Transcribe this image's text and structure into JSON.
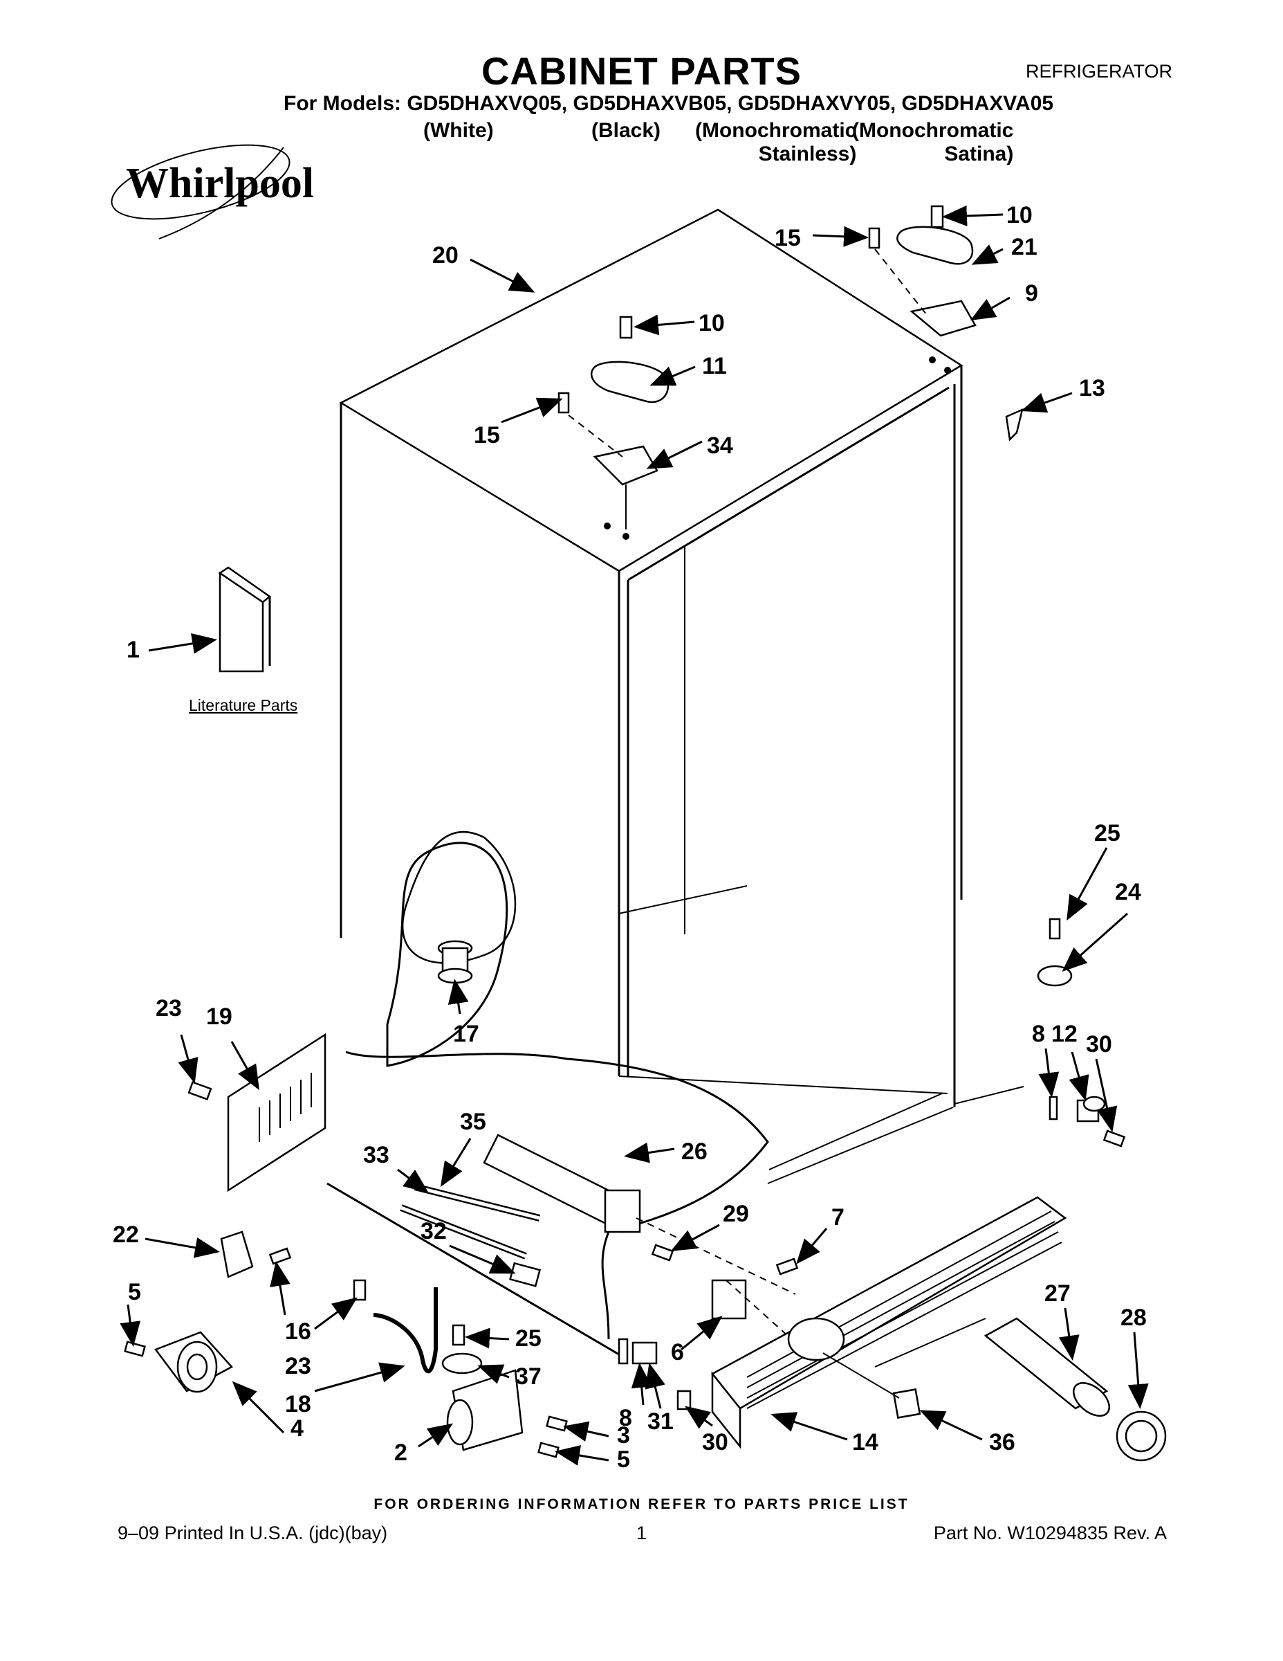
{
  "header": {
    "title": "CABINET PARTS",
    "category": "REFRIGERATOR",
    "models_line": "For Models: GD5DHAXVQ05, GD5DHAXVB05, GD5DHAXVY05, GD5DHAXVA05",
    "colors": [
      {
        "line1": "(White)",
        "line2": ""
      },
      {
        "line1": "(Black)",
        "line2": ""
      },
      {
        "line1": "(Monochromatic",
        "line2": "Stainless)"
      },
      {
        "line1": "(Monochromatic",
        "line2": "Satina)"
      }
    ]
  },
  "logo": {
    "brand": "Whirlpool"
  },
  "literature_label": "Literature Parts",
  "callouts": [
    "1",
    "2",
    "3",
    "4",
    "5",
    "6",
    "7",
    "8",
    "9",
    "10",
    "11",
    "12",
    "13",
    "14",
    "15",
    "16",
    "17",
    "18",
    "19",
    "20",
    "21",
    "22",
    "23",
    "24",
    "25",
    "26",
    "27",
    "28",
    "29",
    "30",
    "31",
    "32",
    "33",
    "34",
    "35",
    "36",
    "37"
  ],
  "labels": {
    "l1": "1",
    "l2": "2",
    "l3": "3",
    "l4": "4",
    "l5a": "5",
    "l5b": "5",
    "l6": "6",
    "l7": "7",
    "l8a": "8",
    "l8b": "8",
    "l9": "9",
    "l10a": "10",
    "l10b": "10",
    "l11": "11",
    "l12": "12",
    "l13": "13",
    "l14": "14",
    "l15a": "15",
    "l15b": "15",
    "l16": "16",
    "l17": "17",
    "l18": "18",
    "l19": "19",
    "l20": "20",
    "l21": "21",
    "l22": "22",
    "l23a": "23",
    "l23b": "23",
    "l24": "24",
    "l25a": "25",
    "l25b": "25",
    "l26": "26",
    "l27": "27",
    "l28": "28",
    "l29": "29",
    "l30a": "30",
    "l30b": "30",
    "l31": "31",
    "l32": "32",
    "l33": "33",
    "l34": "34",
    "l35": "35",
    "l36": "36",
    "l37": "37"
  },
  "footer": {
    "note": "FOR ORDERING INFORMATION REFER TO PARTS PRICE LIST",
    "print_info": "9–09 Printed In U.S.A. (jdc)(bay)",
    "page": "1",
    "part_no": "Part No. W10294835 Rev. A"
  }
}
